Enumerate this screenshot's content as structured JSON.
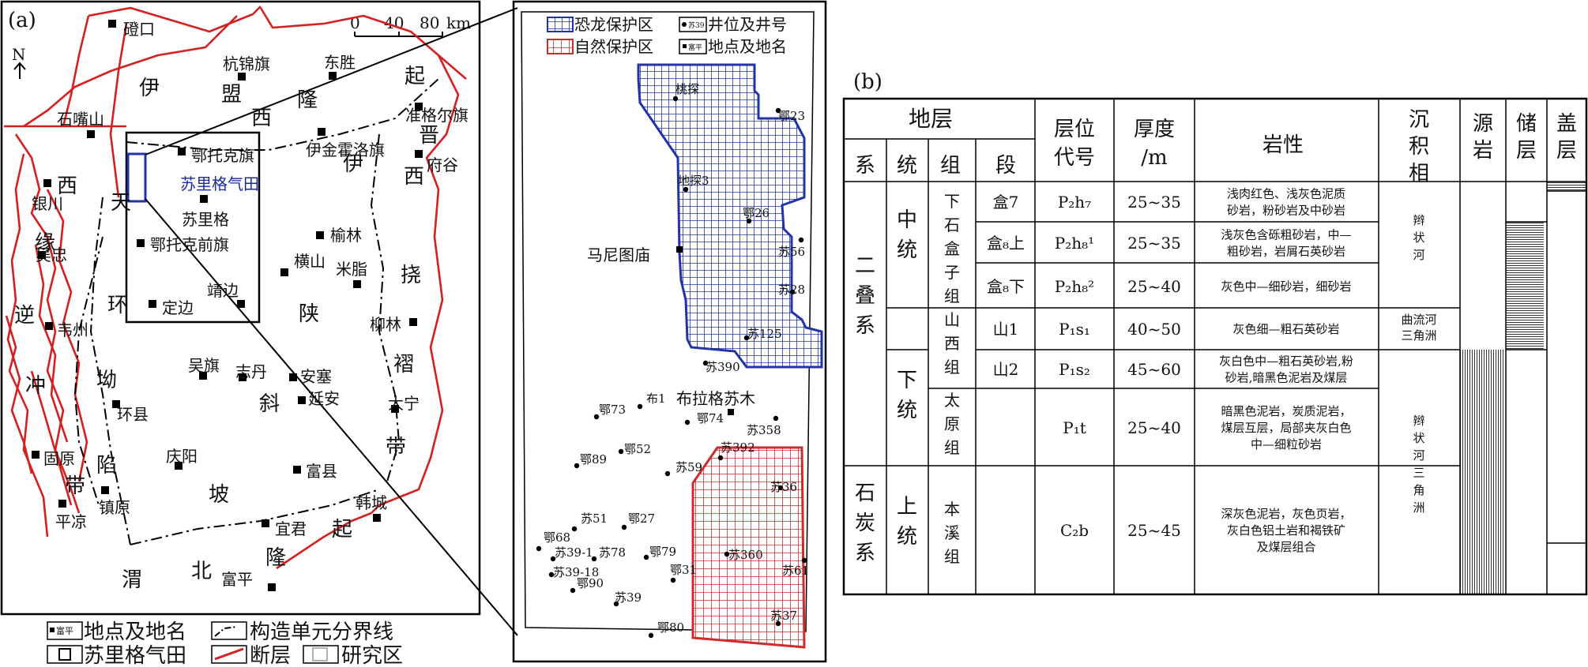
{
  "panel_a": {
    "label": "(a)",
    "north": "N",
    "scale": {
      "ticks": [
        "0",
        "40",
        "80"
      ],
      "unit": "km"
    },
    "places": [
      {
        "name": "磴口"
      },
      {
        "name": "杭锦旗"
      },
      {
        "name": "东胜"
      },
      {
        "name": "石嘴山"
      },
      {
        "name": "准格尔旗"
      },
      {
        "name": "鄂托克旗"
      },
      {
        "name": "伊金霍洛旗"
      },
      {
        "name": "府谷"
      },
      {
        "name": "银川"
      },
      {
        "name": "苏里格"
      },
      {
        "name": "吴忠"
      },
      {
        "name": "鄂托克前旗"
      },
      {
        "name": "榆林"
      },
      {
        "name": "米脂"
      },
      {
        "name": "靖边"
      },
      {
        "name": "横山"
      },
      {
        "name": "定边"
      },
      {
        "name": "韦州"
      },
      {
        "name": "柳林"
      },
      {
        "name": "吴旗"
      },
      {
        "name": "志丹"
      },
      {
        "name": "安塞"
      },
      {
        "name": "延安"
      },
      {
        "name": "大宁"
      },
      {
        "name": "环县"
      },
      {
        "name": "庆阳"
      },
      {
        "name": "固原"
      },
      {
        "name": "富县"
      },
      {
        "name": "镇原"
      },
      {
        "name": "平凉"
      },
      {
        "name": "韩城"
      },
      {
        "name": "宜君"
      },
      {
        "name": "富平"
      }
    ],
    "gas_field_label": "苏里格气田",
    "structure_chars": [
      "伊",
      "盟",
      "隆",
      "起",
      "晋",
      "西",
      "伊",
      "西",
      "挠",
      "陕",
      "褶",
      "带",
      "天",
      "西",
      "缘",
      "逆",
      "冲",
      "带",
      "环",
      "坳",
      "陷",
      "斜",
      "坡",
      "渭",
      "北",
      "隆",
      "起"
    ],
    "legend": {
      "sample": "富平",
      "place": "地点及地名",
      "boundary": "构造单元分界线",
      "gas_field": "苏里格气田",
      "fault": "断层",
      "study_area": "研究区"
    }
  },
  "panel_b": {
    "legend": {
      "dino": "恐龙保护区",
      "nature": "自然保护区",
      "well": "井位及井号",
      "well_sample": "苏39",
      "place": "地点及地名",
      "place_sample": "富平"
    },
    "places": [
      {
        "name": "马尼图庙"
      },
      {
        "name": "布拉格苏木"
      }
    ],
    "wells": [
      {
        "name": "桃探"
      },
      {
        "name": "鄂23"
      },
      {
        "name": "地探3"
      },
      {
        "name": "鄂26"
      },
      {
        "name": "苏56"
      },
      {
        "name": "苏28"
      },
      {
        "name": "苏125"
      },
      {
        "name": "苏390"
      },
      {
        "name": "鄂73"
      },
      {
        "name": "布1"
      },
      {
        "name": "鄂74"
      },
      {
        "name": "苏358"
      },
      {
        "name": "鄂52"
      },
      {
        "name": "苏392"
      },
      {
        "name": "鄂89"
      },
      {
        "name": "苏59"
      },
      {
        "name": "苏36"
      },
      {
        "name": "苏51"
      },
      {
        "name": "鄂27"
      },
      {
        "name": "鄂68"
      },
      {
        "name": "苏39-1"
      },
      {
        "name": "苏78"
      },
      {
        "name": "鄂79"
      },
      {
        "name": "苏360"
      },
      {
        "name": "苏39-18"
      },
      {
        "name": "鄂31"
      },
      {
        "name": "苏61"
      },
      {
        "name": "鄂90"
      },
      {
        "name": "苏39"
      },
      {
        "name": "苏37"
      },
      {
        "name": "鄂80"
      }
    ]
  },
  "panel_c": {
    "label": "(b)",
    "headers": {
      "strata": "地层",
      "system": "系",
      "series": "统",
      "formation": "组",
      "member": "段",
      "code": "层位代号",
      "thickness": "厚度/m",
      "lithology": "岩性",
      "facies": "沉积相",
      "source": "源岩",
      "reservoir": "储层",
      "cap": "盖层"
    },
    "systems": [
      "二叠系",
      "石炭系"
    ],
    "series_list": [
      "中统",
      "下统",
      "上统"
    ],
    "formations": [
      "下石盒子组",
      "山西组",
      "太原组",
      "本溪组"
    ],
    "rows": [
      {
        "member": "盒7",
        "code": "P₂h₇",
        "thickness": "25~35",
        "lithology": [
          "浅肉红色、浅灰色泥质",
          "砂岩，粉砂岩及中砂岩"
        ]
      },
      {
        "member": "盒₈上",
        "code": "P₂h₈¹",
        "thickness": "25~35",
        "lithology": [
          "浅灰色含砾粗砂岩，中—",
          "粗砂岩，岩屑石英砂岩"
        ]
      },
      {
        "member": "盒₈下",
        "code": "P₂h₈²",
        "thickness": "25~40",
        "lithology": [
          "灰色中—细砂岩，细砂岩"
        ]
      },
      {
        "member": "山1",
        "code": "P₁s₁",
        "thickness": "40~50",
        "lithology": [
          "灰色细—粗石英砂岩"
        ]
      },
      {
        "member": "山2",
        "code": "P₁s₂",
        "thickness": "45~60",
        "lithology": [
          "灰白色中—粗石英砂岩,粉",
          "砂岩,暗黑色泥岩及煤层"
        ]
      },
      {
        "member": "",
        "code": "P₁t",
        "thickness": "25~40",
        "lithology": [
          "暗黑色泥岩，炭质泥岩，",
          "煤层互层，局部夹灰白色",
          "中—细粒砂岩"
        ]
      },
      {
        "member": "",
        "code": "C₂b",
        "thickness": "25~45",
        "lithology": [
          "深灰色泥岩，灰色页岩，",
          "灰白色铝土岩和褐铁矿",
          "及煤层组合"
        ]
      }
    ],
    "facies": [
      "辫状河",
      "曲流河三角洲",
      "辫状河三角洲"
    ]
  }
}
